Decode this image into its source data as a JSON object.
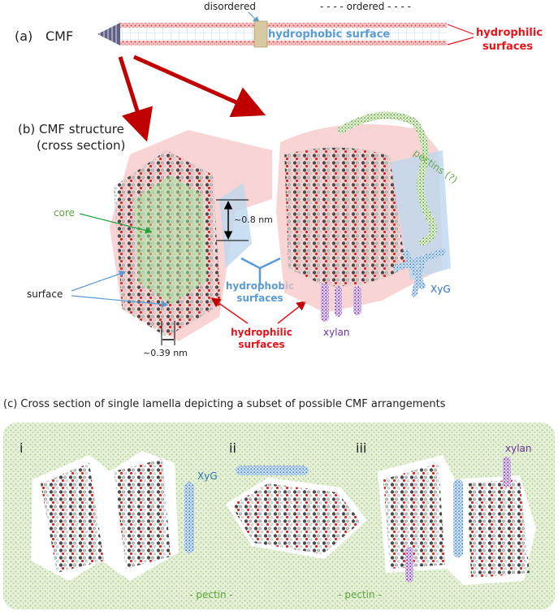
{
  "panel_a": {
    "letter": "(a)",
    "title": "CMF",
    "disordered": "disordered",
    "ordered": "- - - - ordered - - - -",
    "hydrophobic": "hydrophobic surface",
    "hydrophilic_line1": "hydrophilic",
    "hydrophilic_line2": "surfaces"
  },
  "panel_b": {
    "title_line1": "(b) CMF structure",
    "title_line2": "(cross section)",
    "core": "core",
    "surface": "surface",
    "spacing_08": "~0.8 nm",
    "spacing_039": "~0.39 nm",
    "hydrophobic_line1": "hydrophobic",
    "hydrophobic_line2": "surfaces",
    "hydrophilic_line1": "hydrophilic",
    "hydrophilic_line2": "surfaces",
    "pectins": "pectins (?)",
    "xyg": "XyG",
    "xylan": "xylan"
  },
  "panel_c": {
    "title": "(c) Cross section of single lamella depicting a subset of possible CMF arrangements",
    "roman_i": "i",
    "roman_ii": "ii",
    "roman_iii": "iii",
    "xyg": "XyG",
    "xylan": "xylan",
    "pectin_left": "- pectin -",
    "pectin_right": "- pectin -"
  },
  "colors": {
    "hydrophilic_red": "#e8141a",
    "hydrophobic_blue": "#5b9bd5",
    "pectin_green": "#8cbf5a",
    "xylan_purple": "#7030a0",
    "xyg_blue": "#2e75b6",
    "core_green": "#a8e6a0"
  }
}
